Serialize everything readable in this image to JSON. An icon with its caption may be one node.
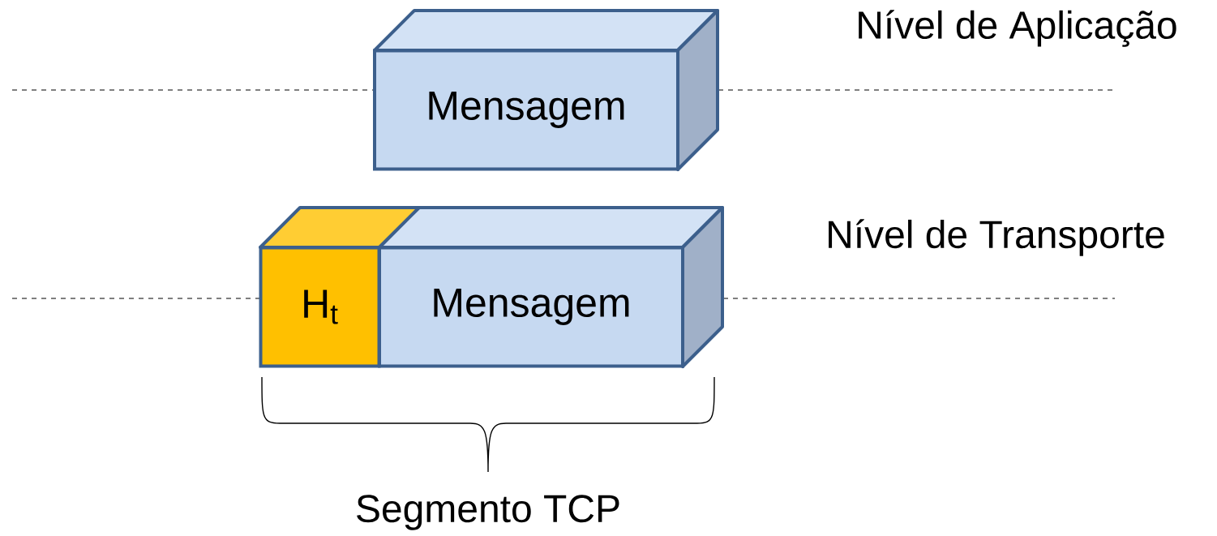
{
  "diagram": {
    "nodes": [
      {
        "text": [
          "Mensagem"
        ]
      },
      {
        "text": [
          "H$_{t}$"
        ]
      },
      {
        "text": [
          "Mensagem"
        ]
      }
    ],
    "labels": [
      "Nível de Aplicação",
      "Nível de Transporte",
      "Segmento TCP"
    ]
  }
}
